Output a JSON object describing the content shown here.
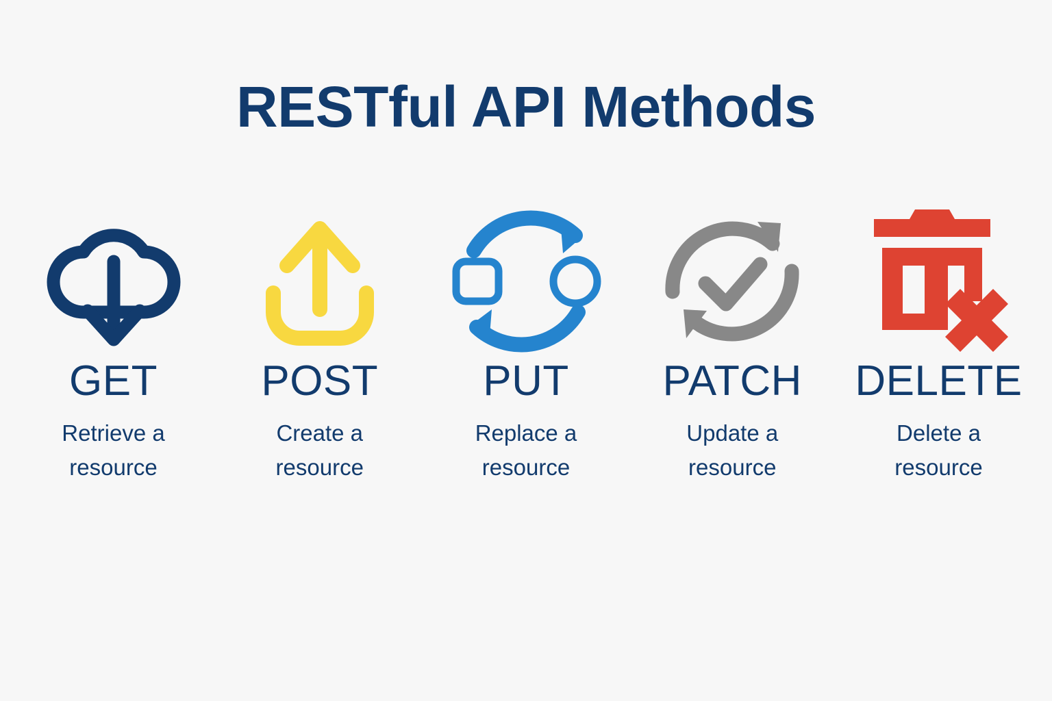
{
  "page": {
    "title": "RESTful API Methods",
    "background_color": "#f7f7f7",
    "text_color": "#123b6d"
  },
  "methods": [
    {
      "name": "GET",
      "description": "Retrieve a resource",
      "icon": "cloud-download-icon",
      "color": "#123b6d"
    },
    {
      "name": "POST",
      "description": "Create a resource",
      "icon": "upload-icon",
      "color": "#f8d840"
    },
    {
      "name": "PUT",
      "description": "Replace a resource",
      "icon": "replace-swap-icon",
      "color": "#2584ce"
    },
    {
      "name": "PATCH",
      "description": "Update a resource",
      "icon": "sync-check-icon",
      "color": "#888888"
    },
    {
      "name": "DELETE",
      "description": "Delete a resource",
      "icon": "trash-delete-icon",
      "color": "#de4332"
    }
  ]
}
